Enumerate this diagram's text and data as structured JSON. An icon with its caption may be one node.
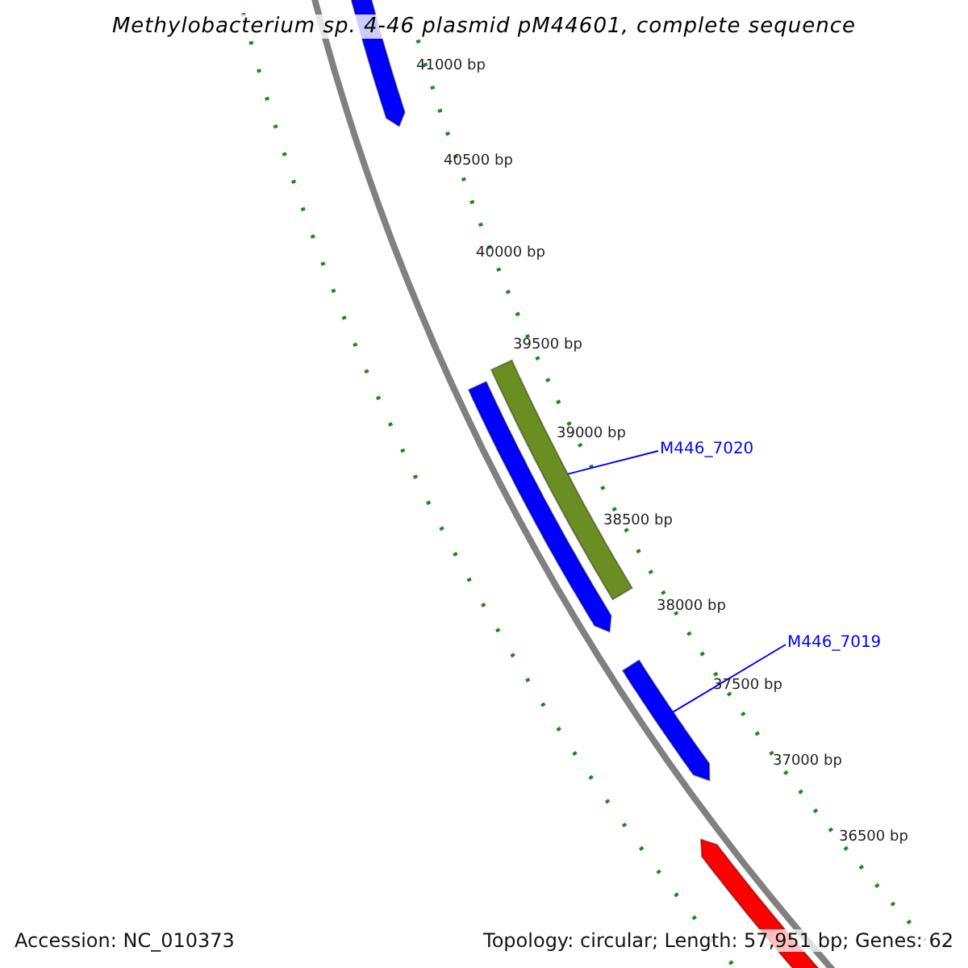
{
  "diagram": {
    "title": "Methylobacterium sp. 4-46 plasmid pM44601, complete sequence",
    "nodes": [
      {
        "text": [
          "M446_7020"
        ]
      },
      {
        "text": [],
        "shape": "bar"
      },
      {
        "text": [
          "M446_7019"
        ]
      },
      {
        "text": [],
        "shape": "bar"
      }
    ],
    "edges": [
      {
        "from": 0,
        "to": 1,
        "arrow": "none"
      },
      {
        "from": 2,
        "to": 3,
        "arrow": "none"
      }
    ],
    "labels": [
      "41000 bp",
      "40500 bp",
      "40000 bp",
      "39500 bp",
      "39000 bp",
      "38500 bp",
      "38000 bp",
      "37500 bp",
      "37000 bp",
      "36500 bp",
      "Accession: NC_010373",
      "Topology: circular; Length: 57,951 bp; Genes: 62"
    ]
  }
}
